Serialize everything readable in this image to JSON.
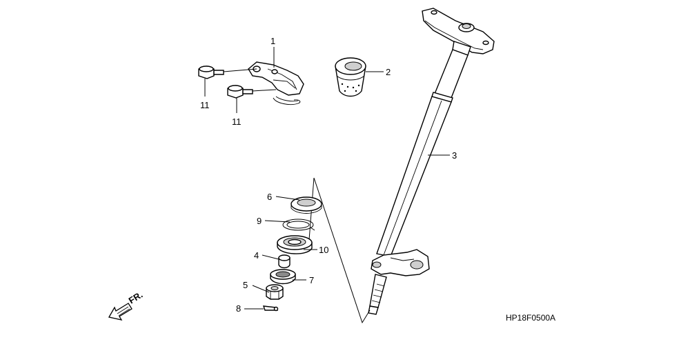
{
  "callouts": {
    "c1": "1",
    "c2": "2",
    "c3": "3",
    "c4": "4",
    "c5": "5",
    "c6": "6",
    "c7": "7",
    "c8": "8",
    "c9": "9",
    "c10": "10",
    "c11a": "11",
    "c11b": "11"
  },
  "direction_label": "FR.",
  "diagram_code": "HP18F0500A"
}
